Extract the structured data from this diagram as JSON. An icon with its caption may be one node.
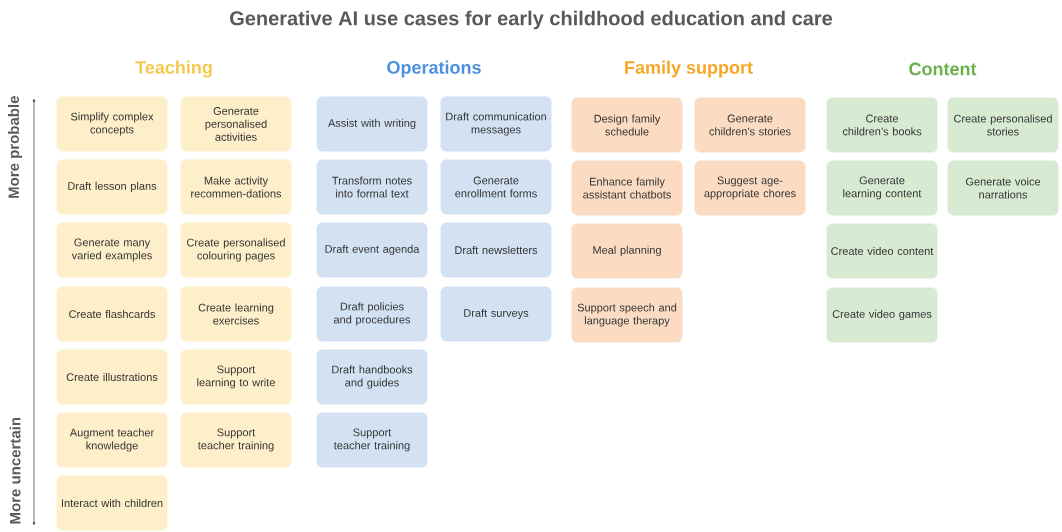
{
  "diagram": {
    "title": "Generative AI use cases for early childhood education and care",
    "nodes": [
      {
        "text": [
          "Simplify complex concepts"
        ]
      },
      {
        "text": [
          "Generate personalised activities"
        ]
      },
      {
        "text": [
          "Draft lesson plans"
        ]
      },
      {
        "text": [
          "Make activity recommen-dations"
        ]
      },
      {
        "text": [
          "Generate many varied examples"
        ]
      },
      {
        "text": [
          "Create personalised colouring pages"
        ]
      },
      {
        "text": [
          "Create flashcards"
        ]
      },
      {
        "text": [
          "Create learning exercises"
        ]
      },
      {
        "text": [
          "Create illustrations"
        ]
      },
      {
        "text": [
          "Support learning to write"
        ]
      },
      {
        "text": [
          "Augment teacher knowledge"
        ]
      },
      {
        "text": [
          "Support teacher training"
        ]
      },
      {
        "text": [
          "Interact with children"
        ]
      },
      {
        "text": [
          "Assist with writing"
        ]
      },
      {
        "text": [
          "Draft communication messages"
        ]
      },
      {
        "text": [
          "Transform notes into formal text"
        ]
      },
      {
        "text": [
          "Generate enrollment forms"
        ]
      },
      {
        "text": [
          "Draft event agenda"
        ]
      },
      {
        "text": [
          "Draft newsletters"
        ]
      },
      {
        "text": [
          "Draft policies and procedures"
        ]
      },
      {
        "text": [
          "Draft surveys"
        ]
      },
      {
        "text": [
          "Draft handbooks and guides"
        ]
      },
      {
        "text": [
          "Support teacher training"
        ]
      },
      {
        "text": [
          "Design family schedule"
        ]
      },
      {
        "text": [
          "Generate children's stories"
        ]
      },
      {
        "text": [
          "Enhance family assistant chatbots"
        ]
      },
      {
        "text": [
          "Suggest age-appropriate chores"
        ]
      },
      {
        "text": [
          "Meal planning"
        ]
      },
      {
        "text": [
          "Support speech and language therapy"
        ]
      },
      {
        "text": [
          "Create children’s books"
        ]
      },
      {
        "text": [
          "Create personalised stories"
        ]
      },
      {
        "text": [
          "Generate learning content"
        ]
      },
      {
        "text": [
          "Generate voice narrations"
        ]
      },
      {
        "text": [
          "Create video content"
        ]
      },
      {
        "text": [
          "Create video games"
        ]
      }
    ],
    "labels": [
      "Teaching",
      "Operations",
      "Family support",
      "Content",
      "More probable",
      "More uncertain"
    ]
  }
}
